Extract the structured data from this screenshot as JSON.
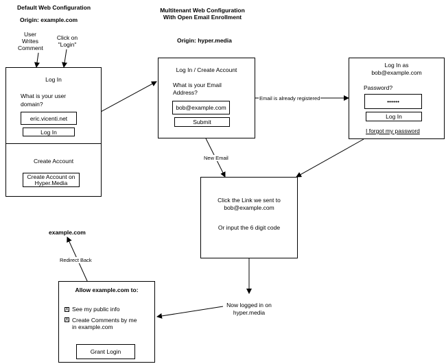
{
  "left": {
    "heading": "Default Web Configuration",
    "origin": "Origin: example.com",
    "user_writes_comment": "User\nWrites\nComment",
    "click_login": "Click on\n\"Login\"",
    "login_title": "Log In",
    "user_domain_q": "What is your user\ndomain?",
    "domain_value": "eric.vicenti.net",
    "login_button": "Log In",
    "create_account_title": "Create Account",
    "create_account_button": "Create Account on\nHyper.Media"
  },
  "middle": {
    "heading": "Multitenant Web Configuration\nWith Open Email Enrollment",
    "origin": "Origin: hyper.media",
    "title": "Log In / Create Account",
    "email_q": "What is your Email\nAddress?",
    "email_value": "bob@example.com",
    "submit_button": "Submit"
  },
  "right": {
    "title": "Log In as\nbob@example.com",
    "password_label": "Password?",
    "password_value": "••••••",
    "login_button": "Log In",
    "forgot_link": "I forgot my password"
  },
  "edges": {
    "email_registered": "Email is already registered",
    "new_email": "New Email",
    "redirect_back": "Redirect Back"
  },
  "verify": {
    "line1": "Click the Link we sent to\nbob@example.com",
    "line2": "Or input the 6 digit code"
  },
  "logged_in": "Now logged in on\nhyper.media",
  "example_label": "example.com",
  "grant": {
    "title": "Allow example.com to:",
    "checkbox_mark": "X",
    "item1": "See my public info",
    "item2": "Create Comments by me\nin example.com",
    "button": "Grant Login"
  }
}
